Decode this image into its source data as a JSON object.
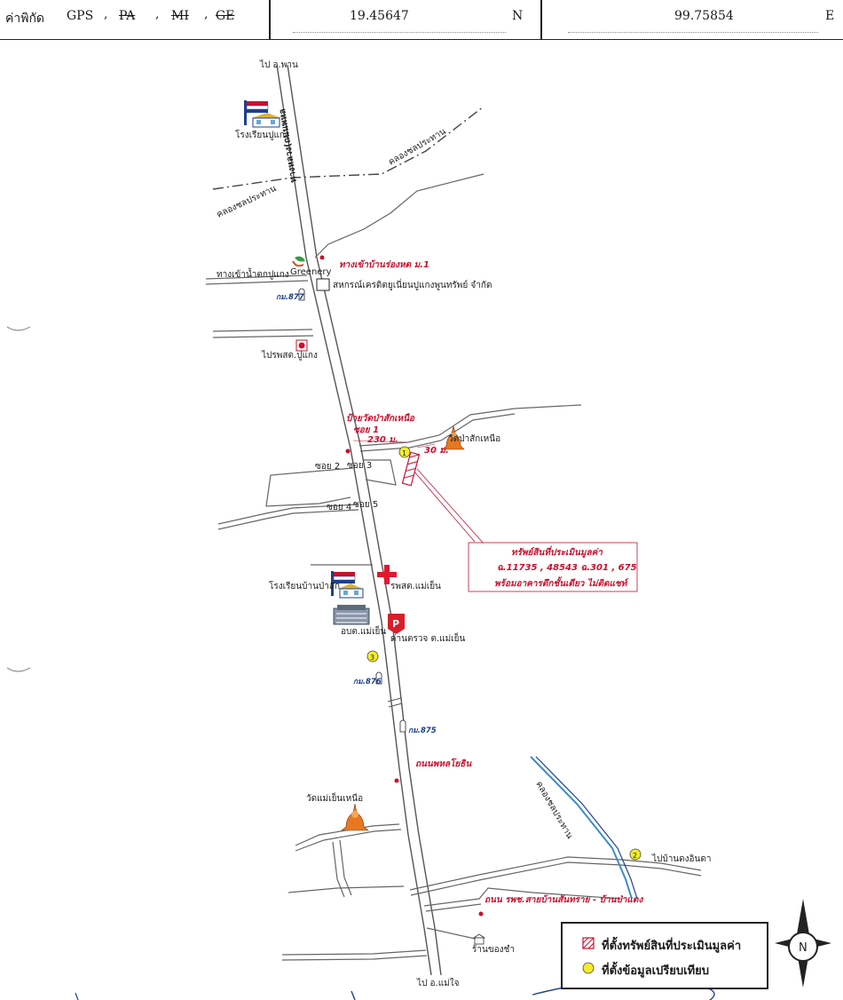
{
  "header": {
    "coord_label": "ค่าพิกัด",
    "gps": "GPS",
    "pa": "PA",
    "mi": "MI",
    "ge": "GE",
    "latitude": "19.45647",
    "lat_dir": "N",
    "longitude": "99.75854",
    "lon_dir": "E"
  },
  "map": {
    "to_top": "ไป อ.พาน",
    "to_bottom": "ไป อ.แม่ใจ",
    "highway": "ทางหลวง(ถนนพหล",
    "school_top": "โรงเรียนปูแกง",
    "canal_top_right": "คลองชลประทาน",
    "canal_top_left": "คลองชลประทาน",
    "junction_red": "ทางเข้าบ้านร่องหด ม.1",
    "left_road_top": "ทางเข้าน้ำตกปูแกง",
    "km877": "กม.877",
    "coop": "สหกรณ์เครดิตยูเนี่ยนปูแกงพูนทรัพย์ จำกัด",
    "health": "ไปรพสต.ปูแกง",
    "wat_entrance": "ป้ายวัดป่าสักเหนือ",
    "soi1": "ซอย 1",
    "dist_230": "230 ม.",
    "dist_30": "30 ม.",
    "wat_north": "วัดป่าสักเหนือ",
    "soi2": "ซอย 2",
    "soi3": "ซอย 3",
    "soi4": "ซอย 4",
    "soi5": "ซอย 5",
    "subject_title": "ทรัพย์สินที่ประเมินมูลค่า",
    "subject_line2": "ฉ.11735 , 48543 ฉ.301 , 675",
    "subject_line3": "พร้อมอาคารตึกชั้นเดียว ไม่ติดแชท์",
    "school_mid": "โรงเรียนบ้านป่าสัก",
    "hospital": "รพสต.แม่เย็น",
    "office": "อบต.แม่เย็น",
    "police": "ด่านตรวจ ต.แม่เย็น",
    "km876": "กม.876",
    "km875": "กม.875",
    "road_name": "ถนนพหลโยธิน",
    "wat_south": "วัดแม่เย็นเหนือ",
    "canal_right": "คลองชลประทาน",
    "to_village": "ไปบ้านดงอินดา",
    "red_road": "ถนน รพช.สายบ้านสันทราย - บ้านป่าแดง",
    "shop": "ร้านของชำ",
    "marker1": "1",
    "marker2": "2",
    "marker3": "3",
    "north": "N",
    "greenery": "Greenery",
    "colors": {
      "red": "#c8102e",
      "blue": "#1f3f8f",
      "marker": "#f4ec2a",
      "canal": "#3b8ccf"
    }
  },
  "legend": {
    "subject_label": "ที่ตั้งทรัพย์สินที่ประเมินมูลค่า",
    "compare_label": "ที่ตั้งข้อมูลเปรียบเทียบ"
  }
}
